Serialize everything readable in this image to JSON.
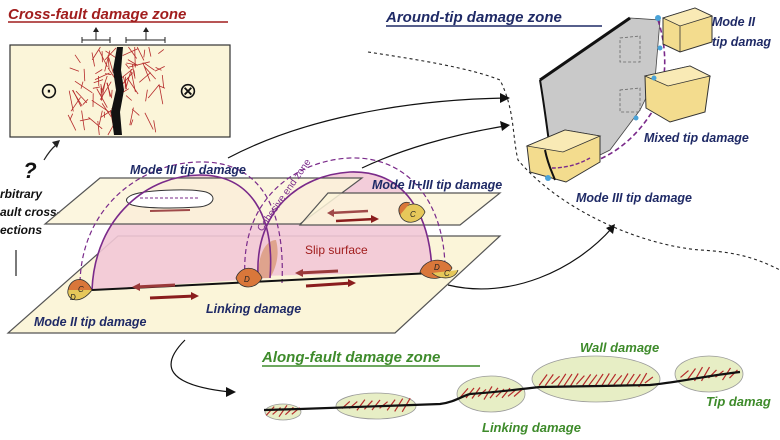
{
  "titles": {
    "cross_fault": "Cross-fault damage zone",
    "around_tip": "Around-tip damage zone",
    "along_fault": "Along-fault damage zone"
  },
  "labels": {
    "question_mark": "?",
    "arbitrary_line1": "rbitrary",
    "arbitrary_line2": "ault cross-",
    "arbitrary_line3": "ections",
    "mode3_tip": "Mode III tip damage",
    "mode23_tip": "Mode II+III tip damage",
    "cohesive_zone": "Cohesive end zone",
    "slip_surface": "Slip surface",
    "mode2_tip": "Mode II tip damage",
    "linking_damage_center": "Linking damage",
    "tip_mode2_line1": "Mode II",
    "tip_mode2_line2": "tip damag",
    "mixed_tip": "Mixed tip damage",
    "tip_mode3": "Mode III tip damage",
    "wall_damage": "Wall damage",
    "linking_damage_along": "Linking damage",
    "tip_damage_along": "Tip damag",
    "inset_symbol_out": "⊙",
    "inset_symbol_in": "⊗",
    "zone_c": "C",
    "zone_d": "D"
  },
  "colors": {
    "red_title": "#a11d1d",
    "blue_title": "#1f2a66",
    "green_title": "#3e8b2b",
    "plane_fill": "#fbf5d9",
    "slip_pink": "#f2c8d6",
    "purple_line": "#7a2a8a",
    "damage_ellipse": "#e7eec5",
    "damage_orange": "#d9773a",
    "fault_red": "#b52a2a"
  }
}
